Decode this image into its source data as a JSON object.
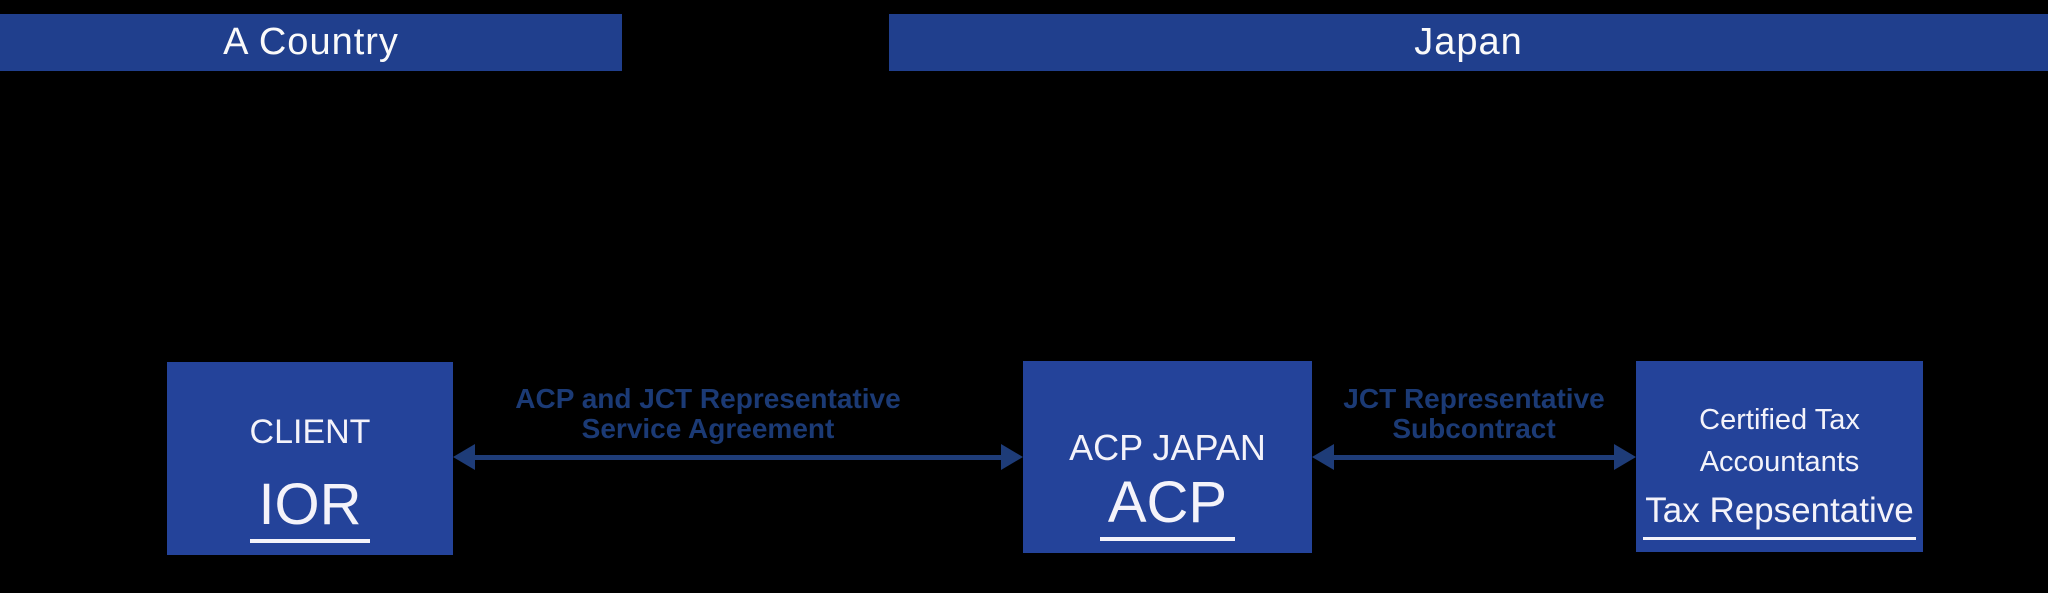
{
  "regions": {
    "country_band": {
      "label": "A Country"
    },
    "japan_band": {
      "label": "Japan"
    }
  },
  "boxes": {
    "client": {
      "title": "CLIENT",
      "role": "IOR"
    },
    "acp": {
      "title": "ACP JAPAN",
      "role": "ACP"
    },
    "tax": {
      "line1": "Certified Tax",
      "line2": "Accountants",
      "role": "Tax Repsentative"
    }
  },
  "connections": {
    "client_acp": {
      "label_line1": "ACP and JCT Representative",
      "label_line2": "Service Agreement"
    },
    "acp_tax": {
      "label_line1": "JCT Representative",
      "label_line2": "Subcontract"
    }
  },
  "colors": {
    "background": "#000000",
    "band_fill": "#203F8D",
    "band_text": "#FAFAFA",
    "box_fill": "#24439A",
    "box_text": "#F4F3FA",
    "arrow": "#1E3C78",
    "label_text": "#1B3A75"
  }
}
